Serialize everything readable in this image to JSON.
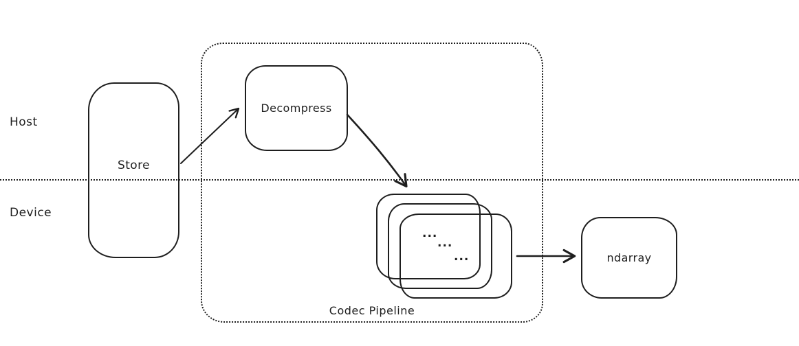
{
  "diagram": {
    "regions": {
      "host": "Host",
      "device": "Device"
    },
    "nodes": {
      "store": "Store",
      "decompress": "Decompress",
      "ndarray": "ndarray"
    },
    "pipeline": {
      "label": "Codec Pipeline"
    },
    "stack": {
      "dots_row1": "...",
      "dots_row2": "...",
      "dots_row3": "..."
    },
    "colors": {
      "stroke": "#1e1e1e",
      "background": "#ffffff"
    }
  }
}
